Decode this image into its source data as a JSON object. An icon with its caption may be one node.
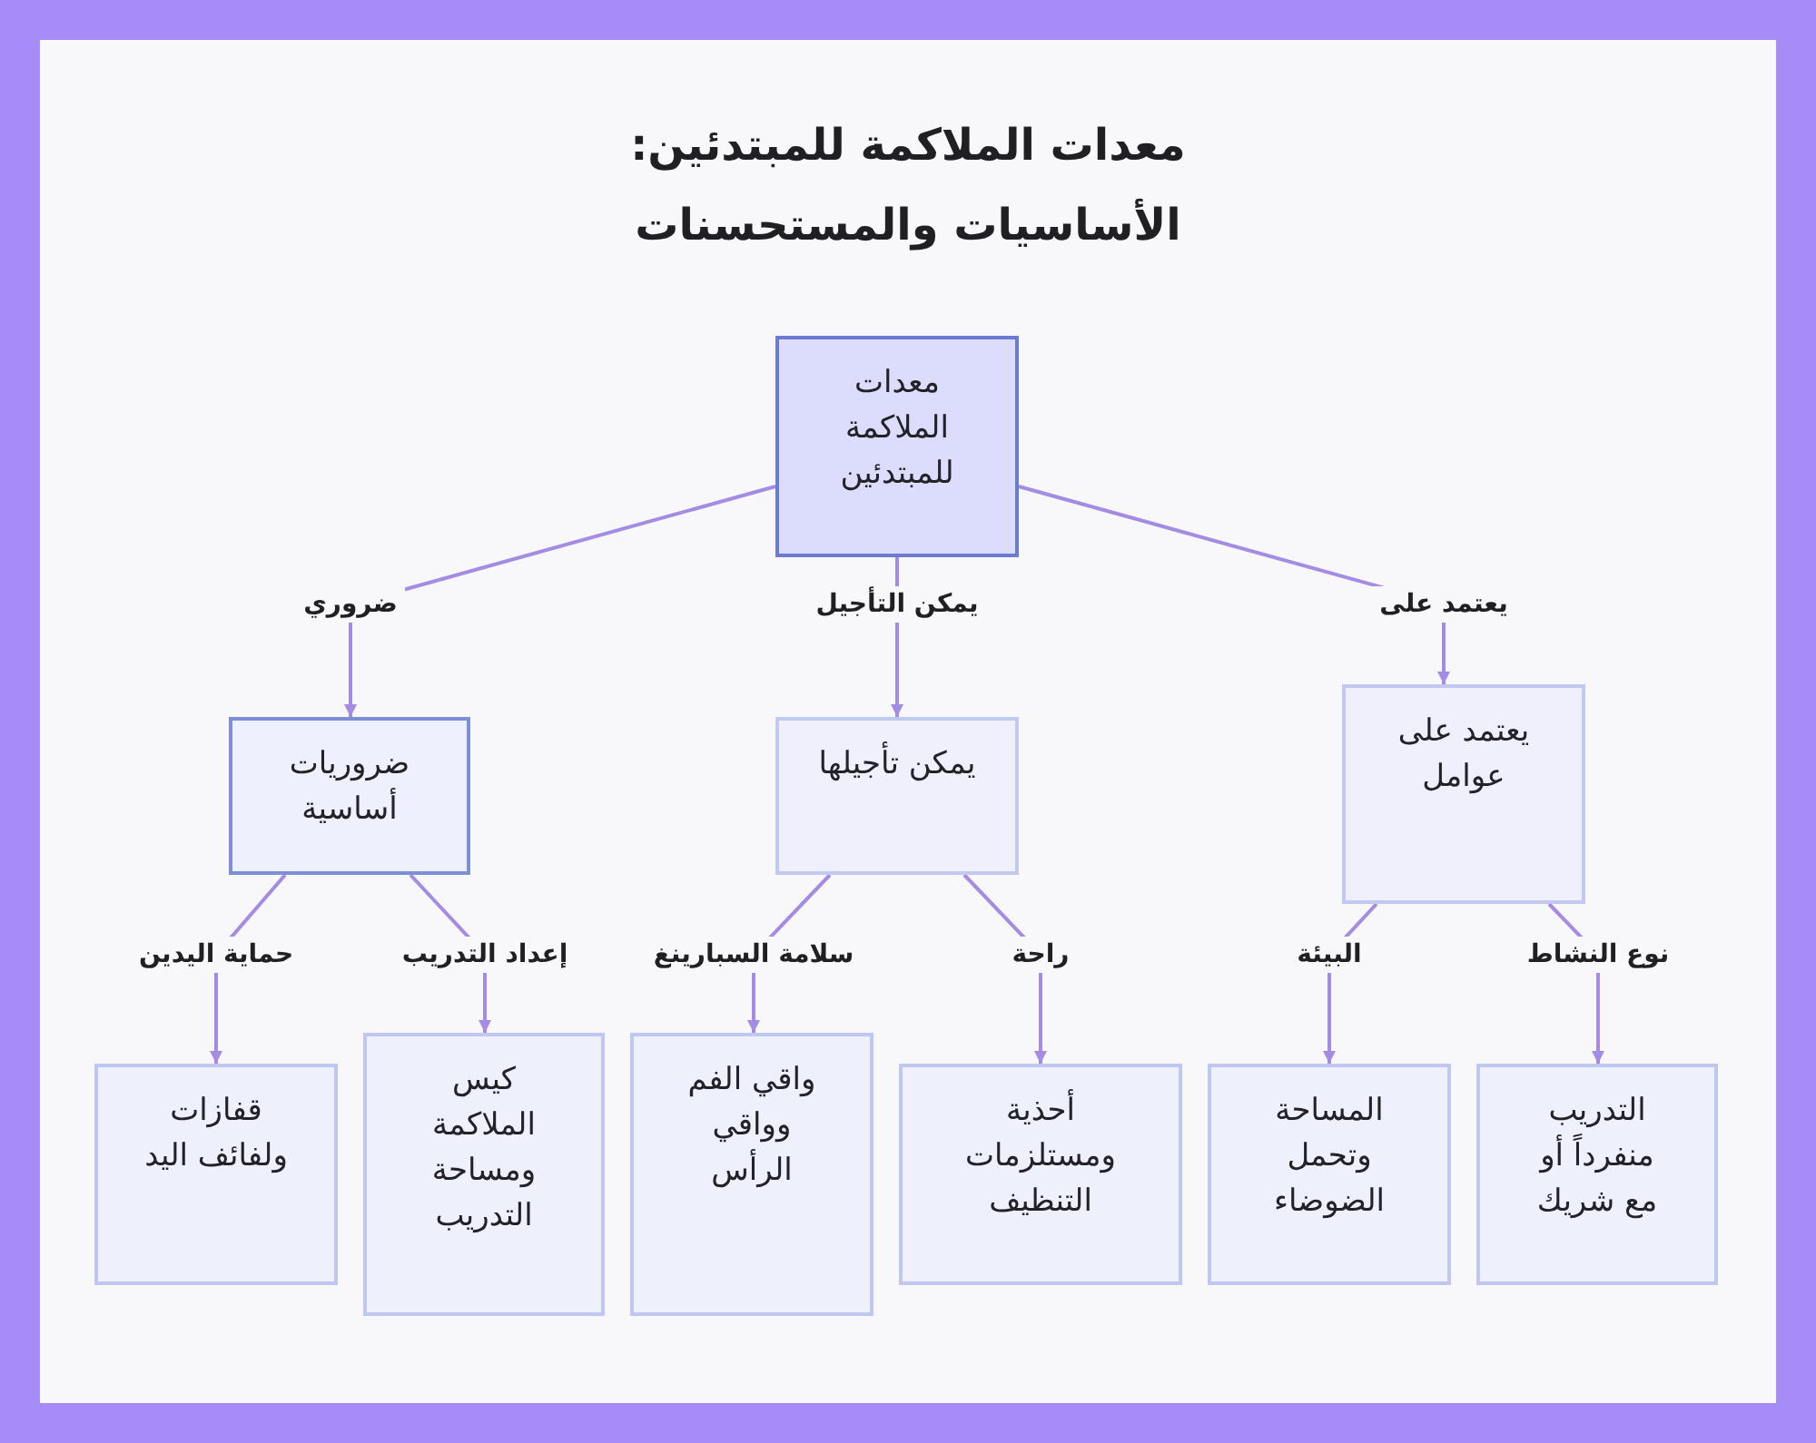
{
  "diagram": {
    "title": "معدات الملاكمة للمبتدئين: الأساسيات والمستحسنات",
    "nodes": [
      {
        "text": [
          "معدات الملاكمة للمبتدئين"
        ]
      },
      {
        "text": [
          "ضروريات أساسية"
        ]
      },
      {
        "text": [
          "يمكن تأجيلها"
        ]
      },
      {
        "text": [
          "يعتمد على عوامل"
        ]
      },
      {
        "text": [
          "قفازات ولفائف اليد"
        ]
      },
      {
        "text": [
          "كيس الملاكمة ومساحة التدريب"
        ]
      },
      {
        "text": [
          "واقي الفم وواقي الرأس"
        ]
      },
      {
        "text": [
          "أحذية ومستلزمات التنظيف"
        ]
      },
      {
        "text": [
          "المساحة وتحمل الضوضاء"
        ]
      },
      {
        "text": [
          "التدريب منفرداً أو مع شريك"
        ]
      }
    ],
    "edges": [
      {
        "from": 0,
        "to": 1,
        "arrow": "to",
        "label": "ضروري"
      },
      {
        "from": 0,
        "to": 2,
        "arrow": "to",
        "label": "يمكن التأجيل"
      },
      {
        "from": 0,
        "to": 3,
        "arrow": "to",
        "label": "يعتمد على"
      },
      {
        "from": 1,
        "to": 4,
        "arrow": "to",
        "label": "حماية اليدين"
      },
      {
        "from": 1,
        "to": 5,
        "arrow": "to",
        "label": "إعداد التدريب"
      },
      {
        "from": 2,
        "to": 6,
        "arrow": "to",
        "label": "سلامة السبارينغ"
      },
      {
        "from": 2,
        "to": 7,
        "arrow": "to",
        "label": "راحة"
      },
      {
        "from": 3,
        "to": 8,
        "arrow": "to",
        "label": "البيئة"
      },
      {
        "from": 3,
        "to": 9,
        "arrow": "to",
        "label": "نوع النشاط"
      }
    ]
  }
}
